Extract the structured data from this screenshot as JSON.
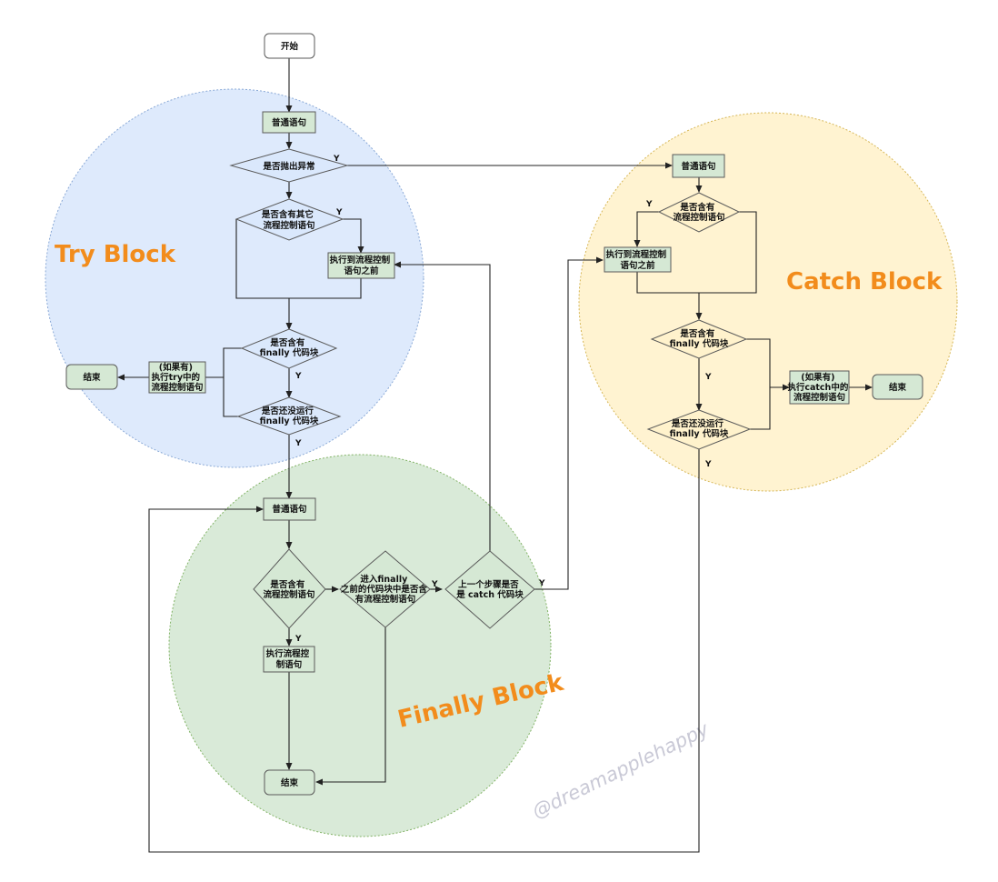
{
  "regions": {
    "try": {
      "title": "Try Block",
      "fill": "#dae8fc",
      "stroke": "#8aa9d6"
    },
    "catch": {
      "title": "Catch Block",
      "fill": "#fff2cc",
      "stroke": "#d6b656"
    },
    "finally": {
      "title": "Finally Block",
      "fill": "#d5e8d4",
      "stroke": "#82b366"
    }
  },
  "block_title_color": "#f28c1c",
  "node_fill": "#d5e8d4",
  "node_stroke": "#5a5a5a",
  "nodes": {
    "start": {
      "text": "开始"
    },
    "try_stmt": {
      "text": "普通语句"
    },
    "try_throw": {
      "text": "是否抛出异常"
    },
    "try_flowq": {
      "lines": [
        "是否含有其它",
        "流程控制语句"
      ]
    },
    "try_exec": {
      "lines": [
        "执行到流程控制",
        "语句之前"
      ]
    },
    "try_hasfinally": {
      "lines": [
        "是否含有",
        "finally 代码块"
      ]
    },
    "try_notrun": {
      "lines": [
        "是否还没运行",
        "finally 代码块"
      ]
    },
    "try_ifany": {
      "lines": [
        "(如果有)",
        "执行try中的",
        "流程控制语句"
      ]
    },
    "try_end": {
      "text": "结束"
    },
    "catch_stmt": {
      "text": "普通语句"
    },
    "catch_flowq": {
      "lines": [
        "是否含有",
        "流程控制语句"
      ]
    },
    "catch_exec": {
      "lines": [
        "执行到流程控制",
        "语句之前"
      ]
    },
    "catch_hasfinally": {
      "lines": [
        "是否含有",
        "finally 代码块"
      ]
    },
    "catch_notrun": {
      "lines": [
        "是否还没运行",
        "finally 代码块"
      ]
    },
    "catch_ifany": {
      "lines": [
        "(如果有)",
        "执行catch中的",
        "流程控制语句"
      ]
    },
    "catch_end": {
      "text": "结束"
    },
    "fin_stmt": {
      "text": "普通语句"
    },
    "fin_flowq": {
      "lines": [
        "是否含有",
        "流程控制语句"
      ]
    },
    "fin_enter": {
      "lines": [
        "进入finally",
        "之前的代码块中是否含",
        "有流程控制语句"
      ]
    },
    "fin_prevcatch": {
      "lines": [
        "上一个步骤是否",
        "是 catch 代码块"
      ]
    },
    "fin_exec": {
      "lines": [
        "执行流程控",
        "制语句"
      ]
    },
    "fin_end": {
      "text": "结束"
    }
  },
  "edge_labels": {
    "yes": "Y"
  },
  "watermark": "@dreamapplehappy"
}
